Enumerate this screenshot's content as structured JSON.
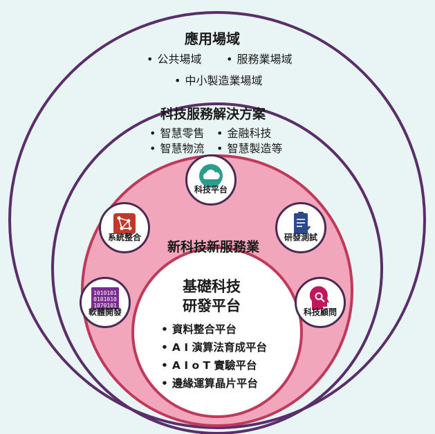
{
  "outer": {
    "title": "應用場域",
    "items": [
      "公共場域",
      "服務業場域",
      "中小製造業場域"
    ]
  },
  "middle": {
    "title": "科技服務解決方案",
    "items": [
      "智慧零售",
      "金融科技",
      "智慧物流",
      "智慧製造等"
    ]
  },
  "inner": {
    "title": "新科技新服務業",
    "nodes": [
      {
        "label": "科技平台",
        "icon": "cloud-icon",
        "color": "#2a9d8f"
      },
      {
        "label": "系統整合",
        "icon": "network-icon",
        "color": "#c0392b"
      },
      {
        "label": "研發測試",
        "icon": "clipboard-check-icon",
        "color": "#2c4a8a"
      },
      {
        "label": "軟體開發",
        "icon": "binary-code-icon",
        "color": "#7b2d8e"
      },
      {
        "label": "科技顧問",
        "icon": "head-key-icon",
        "color": "#c2185b"
      }
    ]
  },
  "core": {
    "title_line1": "基礎科技",
    "title_line2": "研發平台",
    "items": [
      "資料整合平台",
      "A I 演算法育成平台",
      "A I o T 實驗平台",
      "邊緣運算晶片平台"
    ]
  },
  "colors": {
    "background": "#e9f4f4",
    "ring_stroke": "#5a2d6b",
    "inner_fill": "#f2a6bb",
    "inner_stroke": "#c0395a",
    "core_fill": "#ffffff",
    "core_stroke": "#c0395a"
  }
}
